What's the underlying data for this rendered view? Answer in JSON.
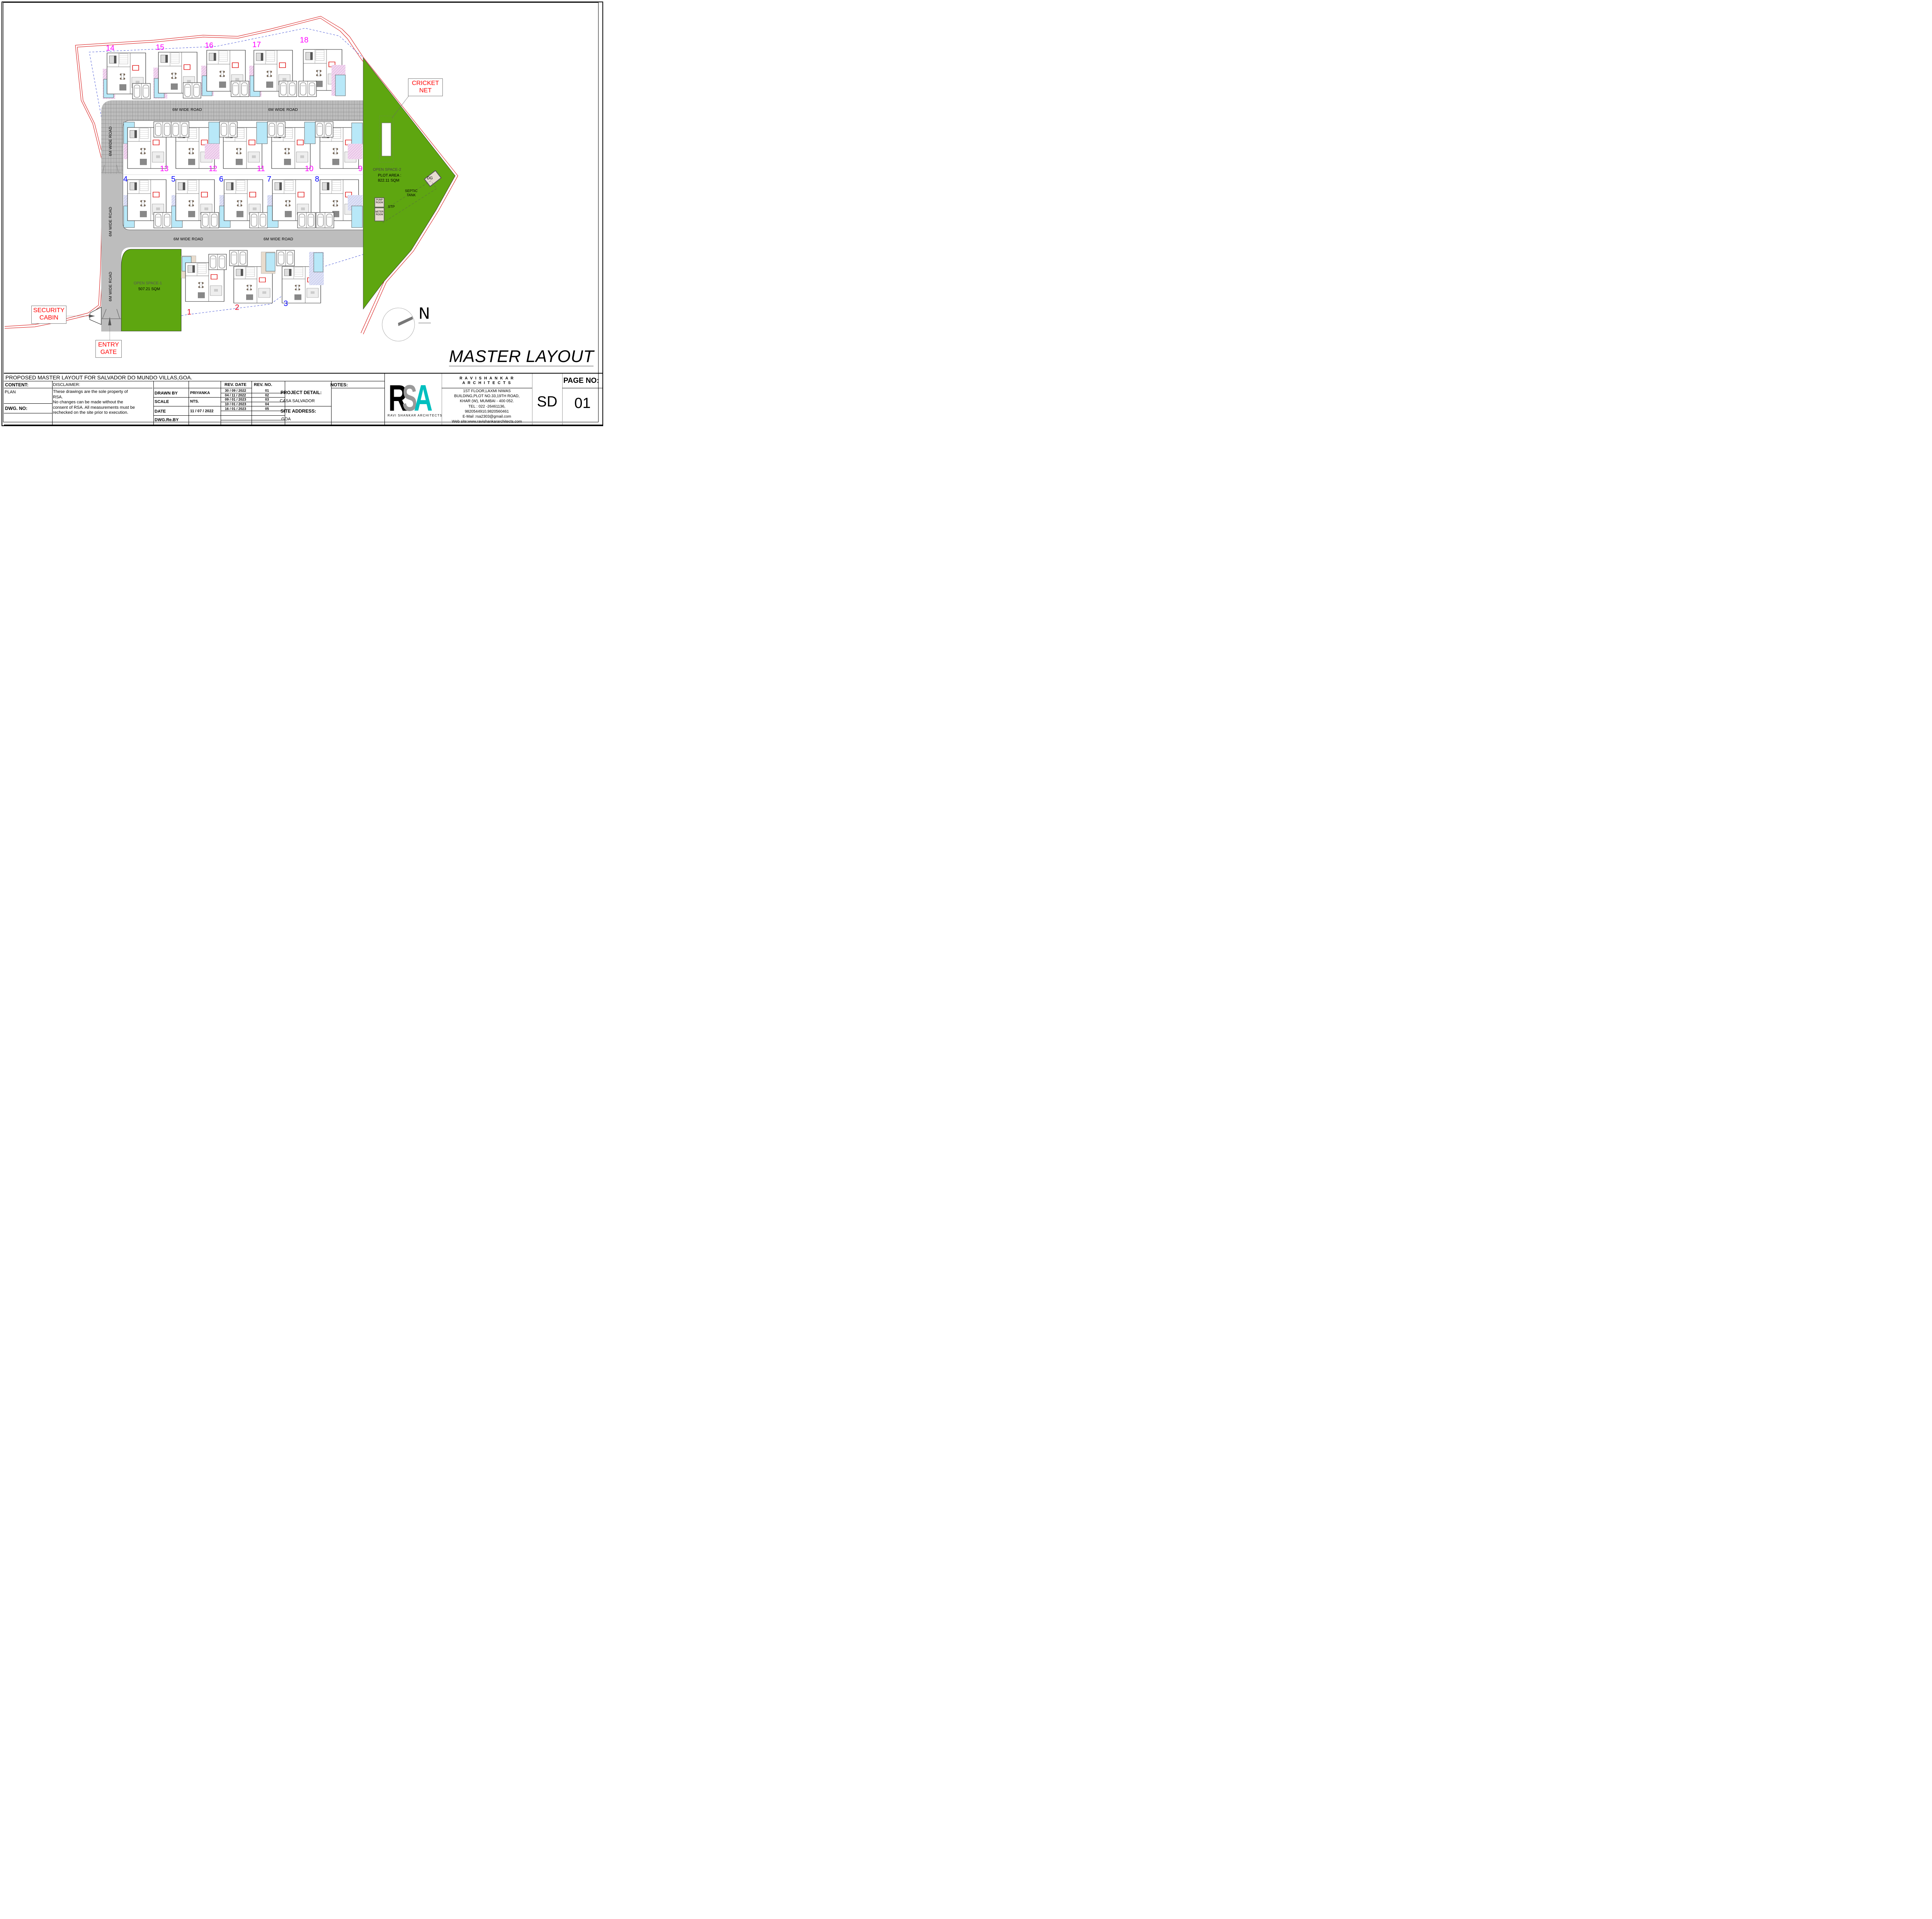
{
  "drawing": {
    "title": "MASTER LAYOUT",
    "north_label": "N",
    "colors": {
      "open_space": "#5ea610",
      "road": "#bababa",
      "pool": "#b8e8f8",
      "plot_magenta": "#ff00ff",
      "plot_blue": "#0000ff",
      "plot_red": "#e8001c",
      "callout_text": "#ff0000",
      "boundary": "#d40000",
      "setback_dash": "#1a2ccc",
      "utility_fill": "#e6dbd0"
    },
    "roads": [
      {
        "label": "6M WIDE ROAD",
        "position": "top-left"
      },
      {
        "label": "6M WIDE ROAD",
        "position": "top-right"
      },
      {
        "label": "6M WIDE ROAD",
        "position": "left-upper"
      },
      {
        "label": "6M WIDE ROAD",
        "position": "left-middle"
      },
      {
        "label": "6M WIDE ROAD",
        "position": "left-lower"
      },
      {
        "label": "6M WIDE ROAD",
        "position": "bottom-left"
      },
      {
        "label": "6M WIDE ROAD",
        "position": "bottom-right"
      }
    ],
    "plots": [
      {
        "no": "1",
        "color": "red"
      },
      {
        "no": "2",
        "color": "red"
      },
      {
        "no": "3",
        "color": "blue"
      },
      {
        "no": "4",
        "color": "blue"
      },
      {
        "no": "5",
        "color": "blue"
      },
      {
        "no": "6",
        "color": "blue"
      },
      {
        "no": "7",
        "color": "blue"
      },
      {
        "no": "8",
        "color": "blue"
      },
      {
        "no": "9",
        "color": "magenta"
      },
      {
        "no": "10",
        "color": "magenta"
      },
      {
        "no": "11",
        "color": "magenta"
      },
      {
        "no": "12",
        "color": "magenta"
      },
      {
        "no": "13",
        "color": "magenta"
      },
      {
        "no": "14",
        "color": "magenta"
      },
      {
        "no": "15",
        "color": "magenta"
      },
      {
        "no": "16",
        "color": "magenta"
      },
      {
        "no": "17",
        "color": "magenta"
      },
      {
        "no": "18",
        "color": "magenta"
      }
    ],
    "open_space_1": {
      "name": "OPEN SPACE-1",
      "area": "507.21 SQM"
    },
    "open_space_2": {
      "name": "OPEN SPACE-2",
      "area_label": "PLOT AREA :",
      "area": "822.11 SQM"
    },
    "utilities": {
      "pump_room": [
        "PUMP",
        "ROOM"
      ],
      "meter_room": [
        "METER",
        "ROOM"
      ],
      "stp": "STP",
      "septic_tank": [
        "SEPTIC",
        "TANK"
      ],
      "dg": "DG"
    },
    "callouts": {
      "cricket_net": [
        "CRICKET",
        "NET"
      ],
      "security_cabin": [
        "SECURITY",
        "CABIN"
      ],
      "entry_gate": [
        "ENTRY",
        "GATE"
      ]
    }
  },
  "title_block": {
    "project_title": "PROPOSED MASTER LAYOUT FOR SALVADOR DO MUNDO VILLAS,GOA.",
    "content_label": "CONTENT:",
    "content_value": "PLAN",
    "dwg_no_label": "DWG. NO:",
    "dwg_no_value": "",
    "disclaimer_label": "DISCLAIMER:",
    "disclaimer_lines": [
      "These drawings are the sole property of",
      "RSA.",
      "No changes can be made without the",
      "consent of RSA. All measurements must be",
      "rechecked on the site prior to execution."
    ],
    "drawn_by_label": "DRAWN BY",
    "drawn_by_value": "PRIYANKA",
    "scale_label": "SCALE",
    "scale_value": "NTS.",
    "date_label": "DATE",
    "date_value": "11 / 07 / 2022",
    "dwg_re_by_label": "DWG.Re.BY",
    "dwg_re_by_value": "",
    "revisions_header": {
      "date": "REV. DATE",
      "no": "REV. NO."
    },
    "revisions": [
      {
        "date": "30 / 09 / 2022",
        "no": "01"
      },
      {
        "date": "04 / 11 / 2022",
        "no": "02"
      },
      {
        "date": "09 / 01 / 2023",
        "no": "03"
      },
      {
        "date": "10 / 01 / 2023",
        "no": "04"
      },
      {
        "date": "16 / 01 / 2023",
        "no": "05"
      }
    ],
    "project_detail_label": "PROJECT DETAIL:",
    "project_detail_value": "CASA SALVADOR",
    "site_address_label": "SITE ADDRESS:",
    "site_address_value": "GOA",
    "notes_label": "NOTES:",
    "logo": {
      "letters": [
        "R",
        "S",
        "A"
      ],
      "letter_colors": [
        "#000000",
        "#999999",
        "#00bfbf"
      ],
      "caption": "RAVI SHANKAR ARCHITECTS"
    },
    "firm": {
      "name_line1": "R A V I   S H A N K A R",
      "name_line2": "A R C H I T E C T S",
      "address": [
        "1ST FLOOR,LAXMI NIWAS",
        "BUILDING,PLOT NO.33,19TH ROAD,",
        "KHAR (W), MUMBAI - 400 052.",
        "TEL :   022 -26461136,",
        "9820544910,9820560461",
        "E-Mail :rsa2303@gmail.com",
        "Web site:www.ravishankararchitects.com"
      ]
    },
    "sheet_code": "SD",
    "page_no_label": "PAGE NO:",
    "page_no_value": "01"
  }
}
